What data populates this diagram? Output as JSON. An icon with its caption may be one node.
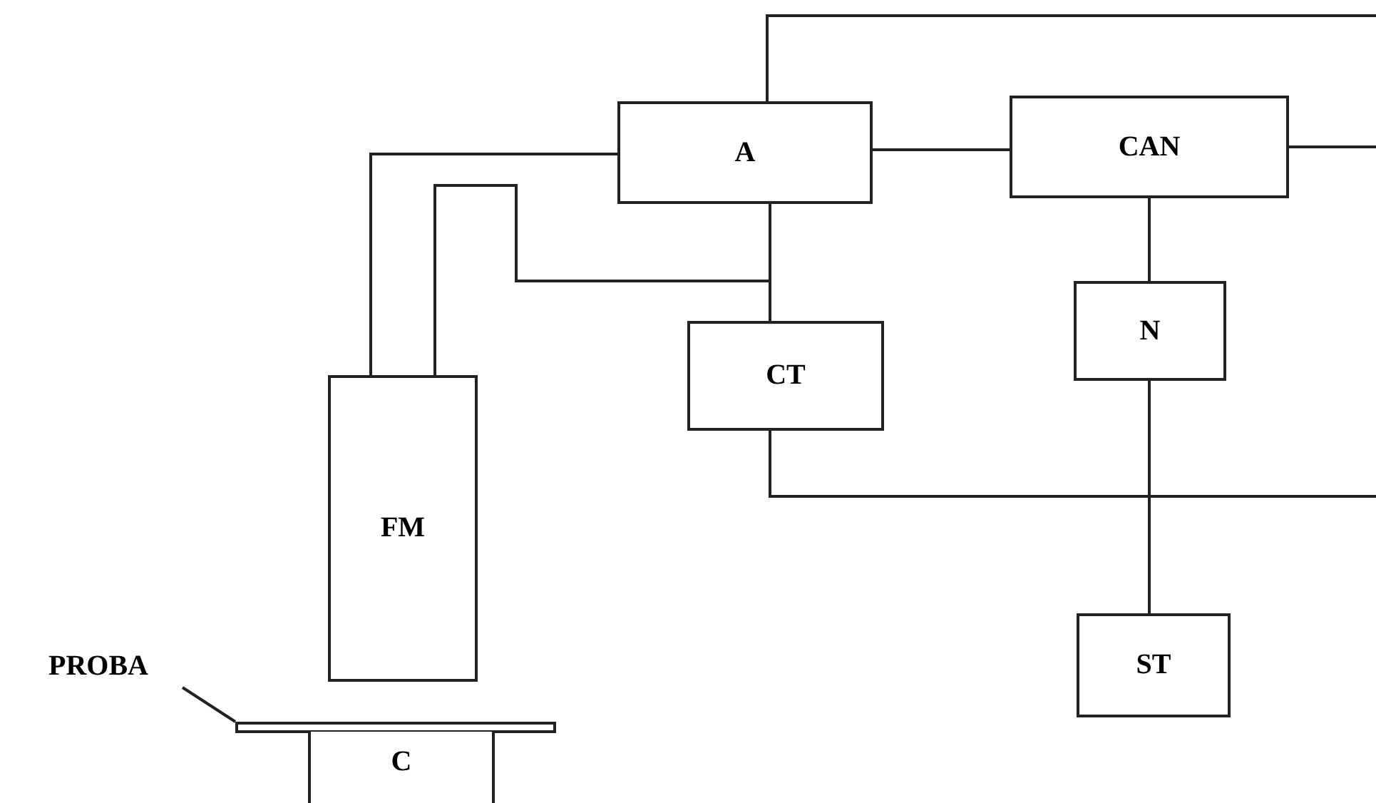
{
  "diagram": {
    "nodes": [
      {
        "text": [
          "A"
        ]
      },
      {
        "text": [
          "CAN"
        ]
      },
      {
        "text": [
          "CT"
        ]
      },
      {
        "text": [
          "N"
        ]
      },
      {
        "text": [
          "FM"
        ]
      },
      {
        "text": [
          "ST"
        ]
      },
      {
        "text": [
          "PROBA"
        ]
      },
      {
        "text": [],
        "shape": "bar"
      },
      {
        "text": [
          "C"
        ]
      }
    ],
    "edges": [
      {
        "from": 0,
        "to": null,
        "arrow": "none"
      },
      {
        "from": 0,
        "to": 4,
        "arrow": "none"
      },
      {
        "from": 4,
        "to": 2,
        "arrow": "none"
      },
      {
        "from": 0,
        "to": 2,
        "arrow": "none"
      },
      {
        "from": 0,
        "to": 1,
        "arrow": "none"
      },
      {
        "from": 1,
        "to": null,
        "arrow": "none"
      },
      {
        "from": 1,
        "to": 3,
        "arrow": "none"
      },
      {
        "from": 3,
        "to": 5,
        "arrow": "none"
      },
      {
        "from": 2,
        "to": null,
        "arrow": "none"
      },
      {
        "from": 6,
        "to": 7,
        "arrow": "none"
      }
    ]
  }
}
